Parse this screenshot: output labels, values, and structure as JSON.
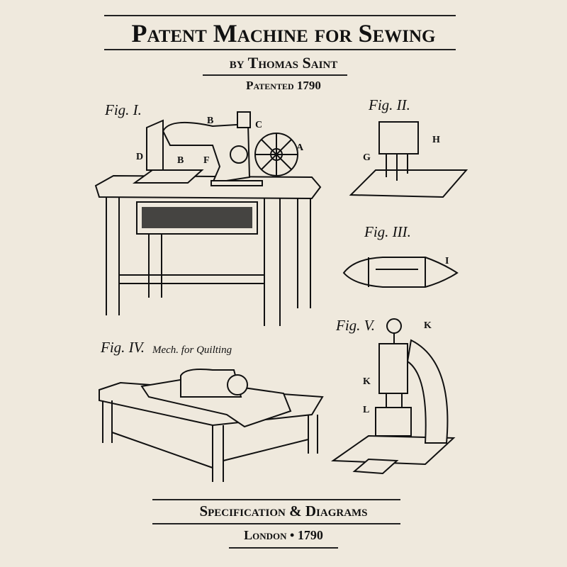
{
  "header": {
    "title": "Patent Machine for Sewing",
    "author": "by Thomas Saint",
    "patented": "Patented 1790"
  },
  "figures": [
    {
      "label": "Fig. I.",
      "parts": [
        "B",
        "C",
        "D",
        "B",
        "F",
        "A"
      ]
    },
    {
      "label": "Fig. II.",
      "parts": [
        "H",
        "G"
      ]
    },
    {
      "label": "Fig. III.",
      "parts": [
        "I"
      ]
    },
    {
      "label": "Fig. IV.",
      "caption": "Mech. for Quilting"
    },
    {
      "label": "Fig. V.",
      "parts": [
        "K",
        "K",
        "L"
      ]
    }
  ],
  "footer": {
    "subtitle": "Specification & Diagrams",
    "place": "London • 1790"
  },
  "colors": {
    "background": "#efe9dd",
    "ink": "#111111"
  }
}
